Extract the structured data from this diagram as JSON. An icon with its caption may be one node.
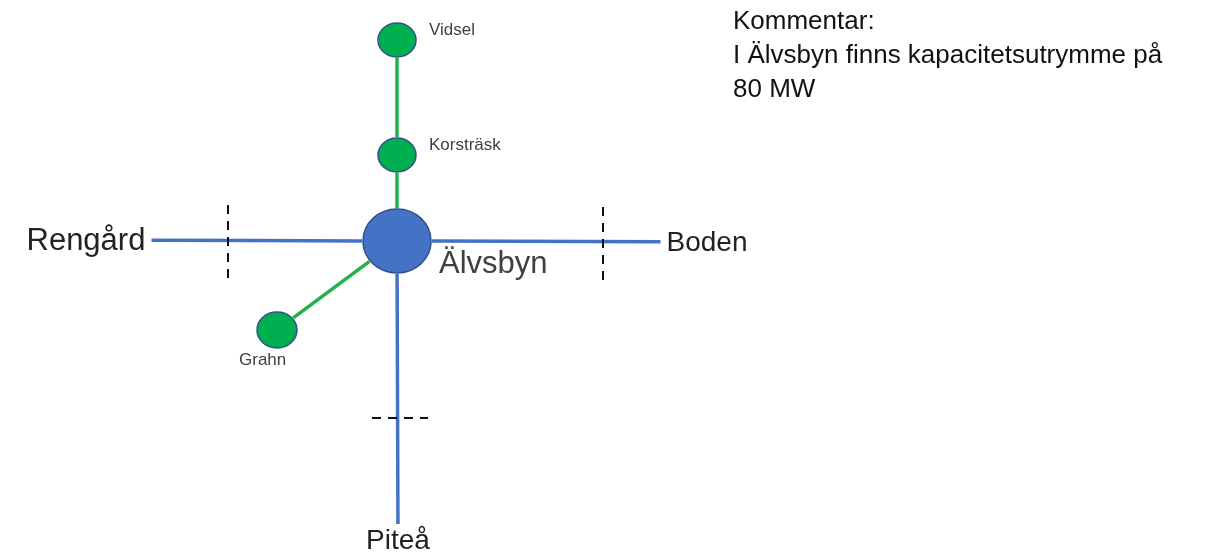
{
  "diagram": {
    "nodes": [
      {
        "text": [],
        "shape": "circle",
        "beside": [
          "Vidsel"
        ]
      },
      {
        "text": [],
        "shape": "circle",
        "beside": [
          "Korsträsk"
        ]
      },
      {
        "text": [
          "Rengård"
        ]
      },
      {
        "text": [],
        "shape": "circle",
        "beside": [
          "Älvsbyn"
        ]
      },
      {
        "text": [
          "Boden"
        ]
      },
      {
        "text": [],
        "shape": "circle",
        "beside": [
          "Grahn"
        ]
      },
      {
        "text": [
          "Piteå"
        ]
      }
    ],
    "edges": [
      {
        "from": 0,
        "to": 1,
        "arrow": "none",
        "color": "#22b14c"
      },
      {
        "from": 1,
        "to": 3,
        "arrow": "none",
        "color": "#22b14c"
      },
      {
        "from": 3,
        "to": 2,
        "arrow": "none",
        "color": "#4472c4"
      },
      {
        "from": 3,
        "to": 4,
        "arrow": "none",
        "color": "#4472c4"
      },
      {
        "from": 3,
        "to": 5,
        "arrow": "none",
        "color": "#22b14c"
      },
      {
        "from": 3,
        "to": 6,
        "arrow": "none",
        "color": "#4472c4"
      }
    ],
    "labels": [
      "Kommentar:",
      "I Älvsbyn finns kapacitetsutrymme på 80 MW"
    ]
  }
}
